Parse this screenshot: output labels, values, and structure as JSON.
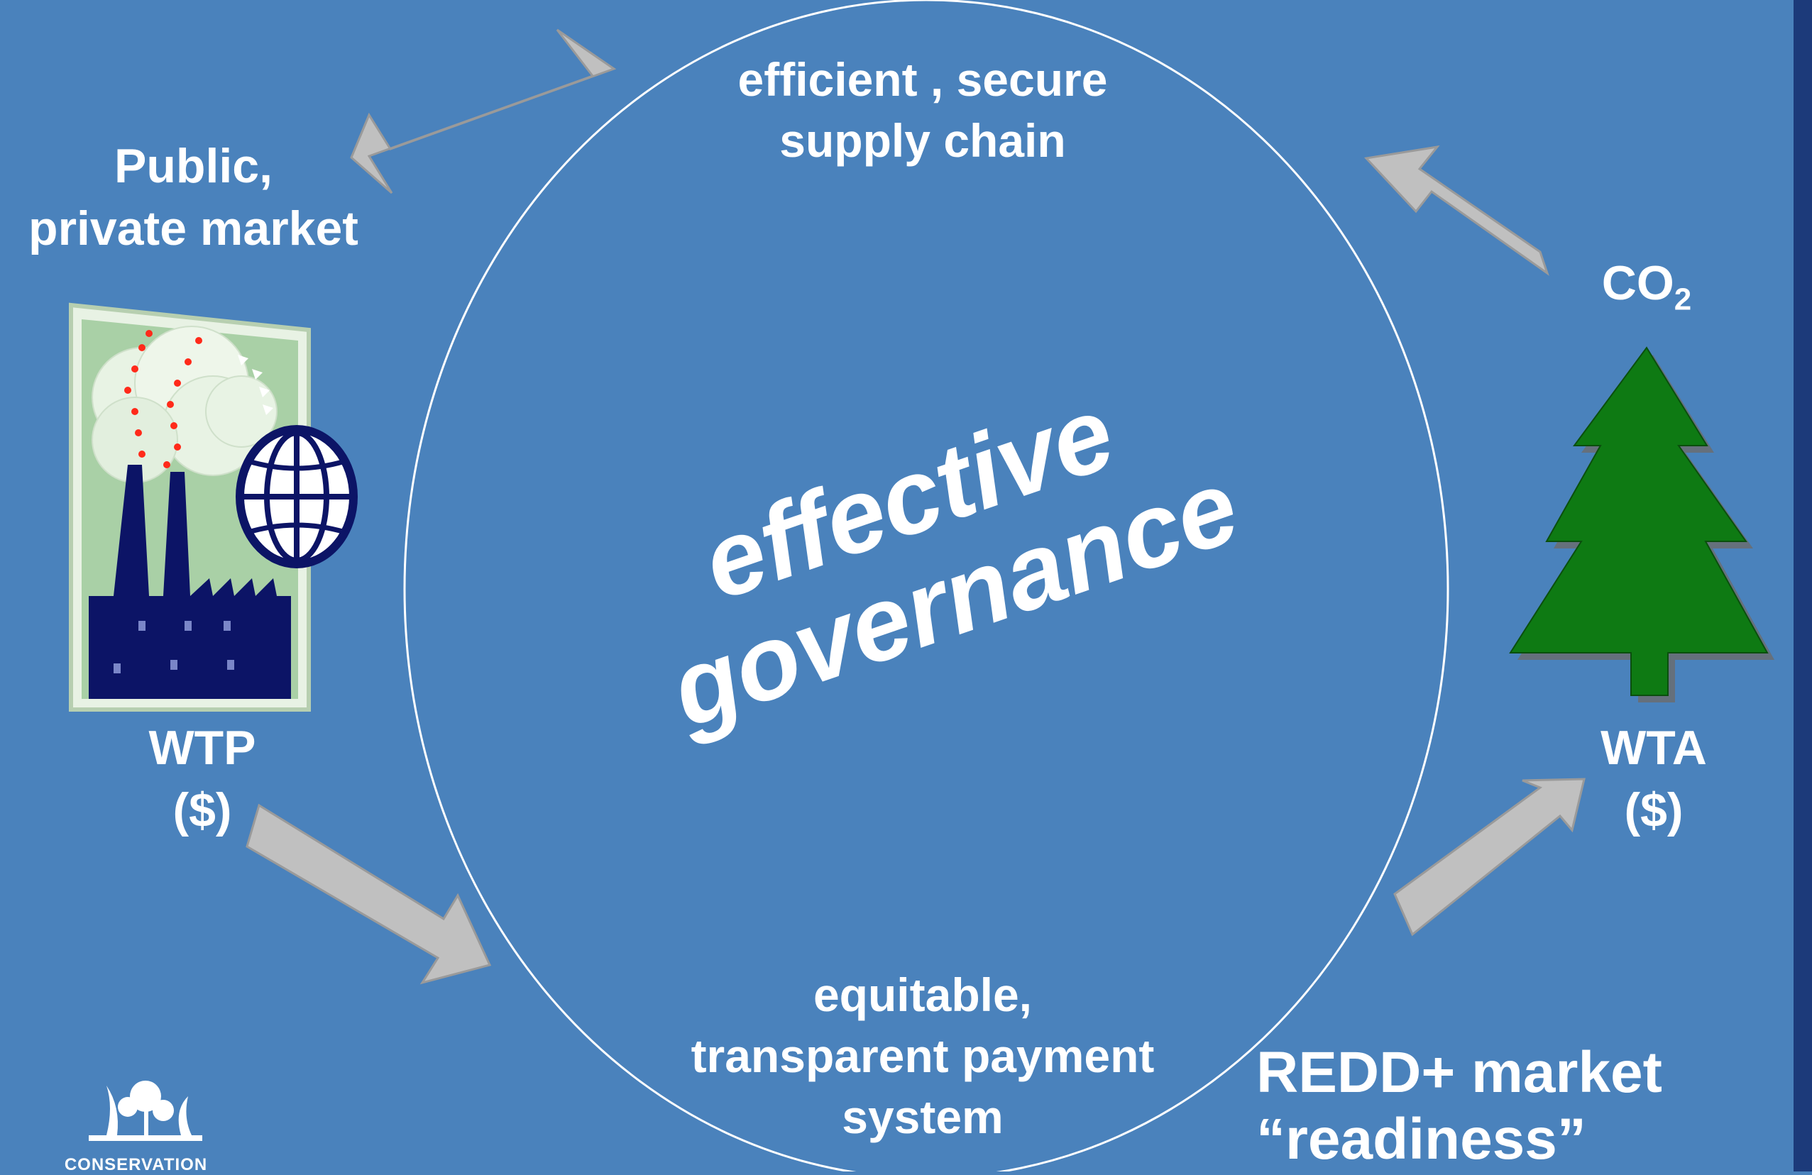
{
  "diagram": {
    "center_text": "effective\ngovernance",
    "circle_top_text": "efficient , secure\nsupply chain",
    "circle_bottom_text": "equitable,\ntransparent payment\nsystem",
    "public_market": "Public,\nprivate market",
    "wtp": "WTP\n($)",
    "wta": "WTA\n($)",
    "co2_base": "CO",
    "co2_sub": "2",
    "redd": "REDD+ market\n“readiness”",
    "logo_text": "CONSERVATION"
  },
  "colors": {
    "background": "#4a82bc",
    "arrow_fill": "#c0c0c0",
    "tree": "#0e7a13",
    "factory": "#0c1466",
    "edge_bar": "#1c3a7a"
  }
}
